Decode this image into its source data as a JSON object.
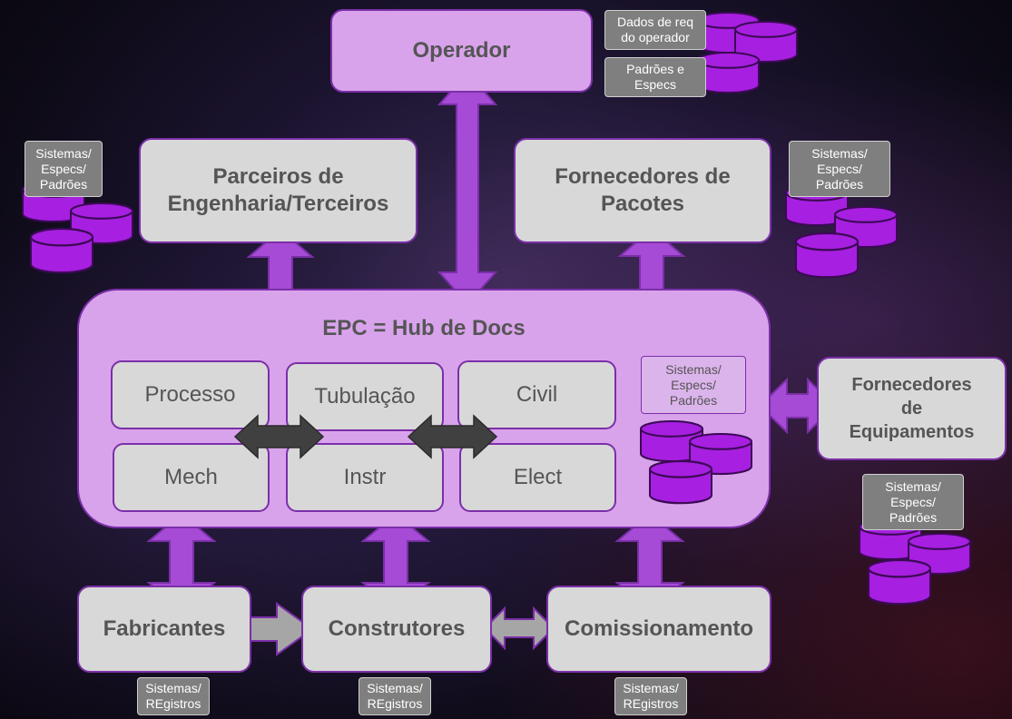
{
  "colors": {
    "accent": "#9b45c9",
    "accent_dark": "#7b2fa8",
    "box_gray": "#d8d8d8",
    "box_violet": "#d9a3ec",
    "cylinder": "#a71fe0",
    "arrow_dark": "#404040",
    "arrow_gray": "#a6a6a6"
  },
  "nodes": {
    "operador": "Operador",
    "parceiros": "Parceiros de\nEngenharia/Terceiros",
    "fornecedores_pacotes": "Fornecedores de\nPacotes",
    "hub": "EPC = Hub de Docs",
    "fornecedores_equipamentos": "Fornecedores\nde\nEquipamentos",
    "fabricantes": "Fabricantes",
    "construtores": "Construtores",
    "comissionamento": "Comissionamento"
  },
  "disciplines": [
    "Processo",
    "Tubulação",
    "Civil",
    "Mech",
    "Instr",
    "Elect"
  ],
  "labels": {
    "operador_req": "Dados de req\ndo operador",
    "operador_padroes": "Padrões e\nEspecs",
    "sistemas": "Sistemas/\nEspecs/\nPadrões",
    "registros": "Sistemas/\nREgistros"
  }
}
